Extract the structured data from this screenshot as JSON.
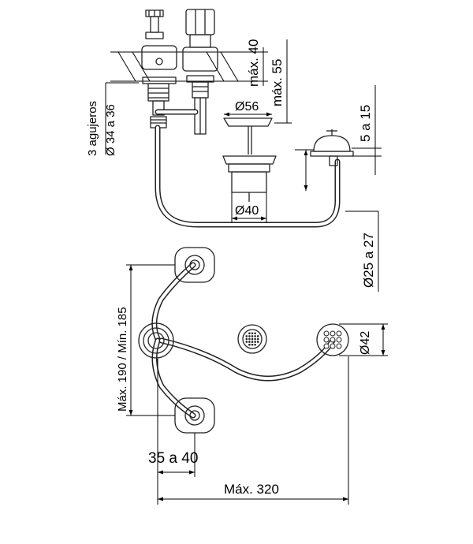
{
  "dimensions": {
    "holes_title": "3 agujeros",
    "holes_diameter": "Ø 34 a 36",
    "max_40": "máx. 40",
    "max_55": "máx. 55",
    "d56": "Ø56",
    "d40": "Ø40",
    "range_5_15": "5 a 15",
    "range_25_27": "Ø25 a 27",
    "vertical_190_185": "Máx. 190 / Mín. 185",
    "d42": "Ø42",
    "spacing_35_40": "35 a 40",
    "max_320": "Máx. 320"
  }
}
